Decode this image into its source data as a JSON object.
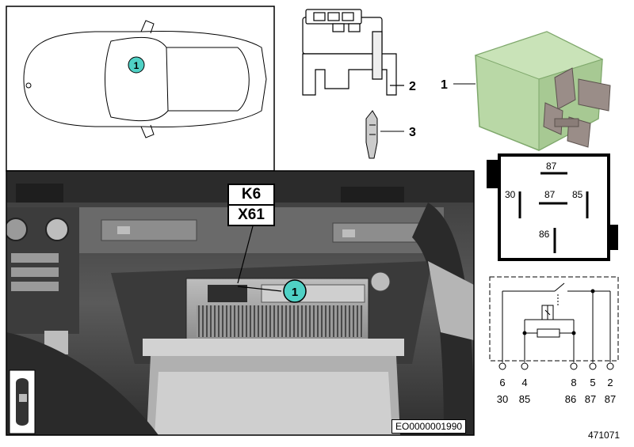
{
  "callouts": {
    "car_marker": "1",
    "photo_marker": "1",
    "relay_item": "1",
    "connector_item": "2",
    "terminal_item": "3"
  },
  "photo_labels": {
    "upper": "K6",
    "lower": "X61"
  },
  "socket_pins": {
    "top": "87",
    "left": "30",
    "center": "87",
    "right": "85",
    "bottom": "86"
  },
  "schematic": {
    "pins_top_row": [
      "6",
      "4",
      "8",
      "5",
      "2"
    ],
    "pins_bottom_row": [
      "30",
      "85",
      "86",
      "87",
      "87"
    ]
  },
  "document_number": "EO0000001990",
  "image_id": "471071",
  "colors": {
    "callout_fill": "#4fd1c5",
    "relay_body": "#b9d8a6",
    "relay_dark": "#7fa86c",
    "photo_dark": "#2a2a2a",
    "photo_mid": "#6b6b6b",
    "photo_light": "#c9c9c9"
  }
}
